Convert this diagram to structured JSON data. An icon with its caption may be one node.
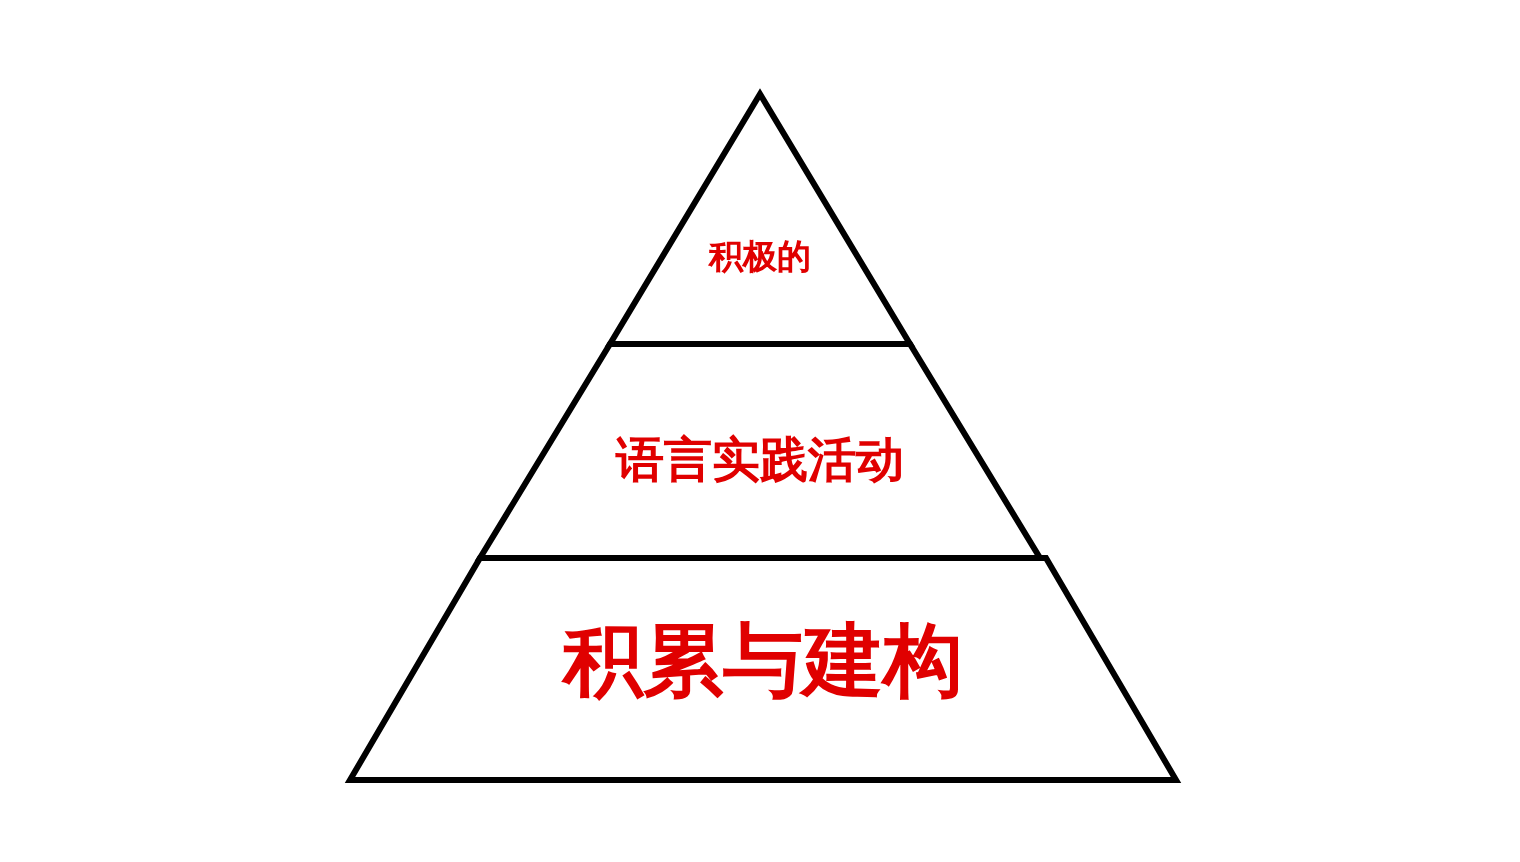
{
  "diagram": {
    "nodes": [
      {
        "text": [
          "积极的"
        ]
      },
      {
        "text": [
          "语言实践活动"
        ]
      },
      {
        "text": [
          "积累与建构"
        ]
      }
    ]
  }
}
